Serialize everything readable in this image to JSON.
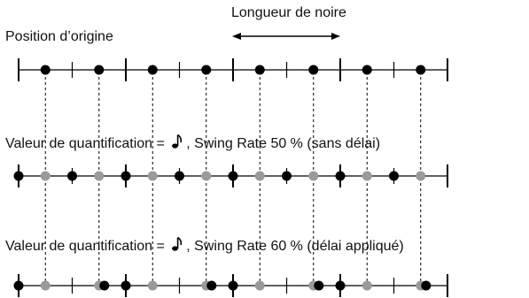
{
  "labels": {
    "origin": "Position d’origine",
    "beat_length": "Longueur de noire"
  },
  "rows": [
    {
      "caption_prefix": "",
      "caption_suffix": "",
      "black_dots": [
        0.5,
        1.5,
        2.5,
        3.5,
        4.5,
        5.5,
        6.5,
        7.5
      ]
    },
    {
      "caption_prefix": "Valeur de quantification = ",
      "caption_suffix": ", Swing Rate 50 % (sans délai)",
      "gray_dots": [
        0.5,
        1.5,
        2.5,
        3.5,
        4.5,
        5.5,
        6.5,
        7.5
      ],
      "black_dots": [
        0,
        1,
        2,
        3,
        4,
        5,
        6,
        7
      ]
    },
    {
      "caption_prefix": "Valeur de quantification = ",
      "caption_suffix": ", Swing Rate 60 % (délai appliqué)",
      "gray_dots": [
        0.5,
        1.5,
        2.5,
        3.5,
        4.5,
        5.5,
        6.5,
        7.5
      ],
      "black_dots": [
        0,
        1.6,
        2,
        3.6,
        4,
        5.6,
        6,
        7.6
      ]
    }
  ],
  "note_symbol": "eighth-note",
  "colors": {
    "line": "#000000",
    "black_dot": "#000000",
    "gray_dot": "#9a9a9a"
  }
}
